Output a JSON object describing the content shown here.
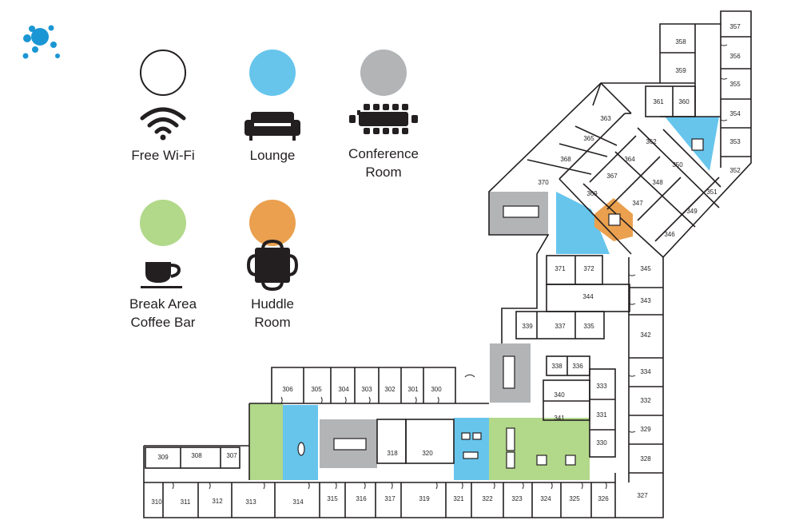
{
  "legend": {
    "wifi": {
      "label": "Free Wi-Fi",
      "color": "#ffffff",
      "icon": "wifi-icon"
    },
    "lounge": {
      "label": "Lounge",
      "color": "#67c5ec",
      "icon": "sofa-icon"
    },
    "conference": {
      "label_line1": "Conference",
      "label_line2": "Room",
      "color": "#b2b4b6",
      "icon": "conference-table-icon"
    },
    "break": {
      "label_line1": "Break Area",
      "label_line2": "Coffee Bar",
      "color": "#b2d88a",
      "icon": "coffee-cup-icon"
    },
    "huddle": {
      "label_line1": "Huddle",
      "label_line2": "Room",
      "color": "#eaa04e",
      "icon": "huddle-table-icon"
    }
  },
  "colors": {
    "lounge": "#67c5ec",
    "conference": "#b2b4b6",
    "break": "#b2d88a",
    "huddle": "#eaa04e",
    "wall": "#231f20",
    "logo": "#1a96d4"
  },
  "rooms": {
    "r300": "300",
    "r301": "301",
    "r302": "302",
    "r303": "303",
    "r304": "304",
    "r305": "305",
    "r306": "306",
    "r307": "307",
    "r308": "308",
    "r309": "309",
    "r310": "310",
    "r311": "311",
    "r312": "312",
    "r313": "313",
    "r314": "314",
    "r315": "315",
    "r316": "316",
    "r317": "317",
    "r318": "318",
    "r319": "319",
    "r320": "320",
    "r321": "321",
    "r322": "322",
    "r323": "323",
    "r324": "324",
    "r325": "325",
    "r326": "326",
    "r327": "327",
    "r328": "328",
    "r329": "329",
    "r330": "330",
    "r331": "331",
    "r332": "332",
    "r333": "333",
    "r334": "334",
    "r335": "335",
    "r336": "336",
    "r337": "337",
    "r338": "338",
    "r339": "339",
    "r340": "340",
    "r341": "341",
    "r342": "342",
    "r343": "343",
    "r344": "344",
    "r345": "345",
    "r346": "346",
    "r347": "347",
    "r348": "348",
    "r349": "349",
    "r350": "350",
    "r351": "351",
    "r352": "352",
    "r353": "353",
    "r354": "354",
    "r355": "355",
    "r356": "356",
    "r357": "357",
    "r358": "358",
    "r359": "359",
    "r360": "360",
    "r361": "361",
    "r362": "362",
    "r363": "363",
    "r364": "364",
    "r365": "365",
    "r367": "367",
    "r368": "368",
    "r369": "369",
    "r370": "370",
    "r371": "371",
    "r372": "372"
  }
}
